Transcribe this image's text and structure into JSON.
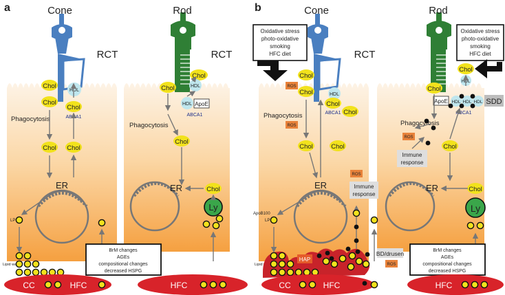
{
  "panels": [
    {
      "letter": "a",
      "cone_title": "Cone",
      "rod_title": "Rod",
      "rct_cone": "RCT",
      "rct_rod": "RCT",
      "cone": {
        "chol_1": "Chol",
        "chol_2": "Chol",
        "hdl": "HDL",
        "chol_3": "Chol",
        "abca1": "ABCA1",
        "phagocytosis": "Phagocytosis",
        "chol_4": "Chol",
        "chol_5": "Chol",
        "er": "ER",
        "lp": "LP",
        "lipid_wall": "Lipid wall"
      },
      "rod": {
        "chol_1": "Chol",
        "chol_2": "Chol",
        "hdl_1": "HDL",
        "hdl_2": "HDL",
        "apoe": "ApoE",
        "abca1": "ABCA1",
        "phagocytosis": "Phagocytosis",
        "chol_3": "Chol",
        "er": "ER",
        "chol_4": "Chol",
        "ly": "Ly"
      },
      "bruch_box": [
        "BrM changes",
        "AGEs",
        "compositional changes",
        "decreased HSPG"
      ],
      "cc": "CC",
      "hfc_1": "HFC",
      "hfc_2": "HFC"
    },
    {
      "letter": "b",
      "cone_title": "Cone",
      "rod_title": "Rod",
      "rct_cone": "RCT",
      "stress_box": [
        "Oxidative stress",
        "photo-oxidative",
        "smoking",
        "HFC diet"
      ],
      "cone": {
        "chol_1": "Chol",
        "chol_2": "Chol",
        "ros_1": "ROS",
        "hdl": "HDL",
        "chol_3": "Chol",
        "abca1": "ABCA1",
        "chol_4": "Chol",
        "ros_2": "ROS",
        "phagocytosis": "Phagocytosis",
        "chol_5": "Chol",
        "chol_6": "Chol",
        "ros_3": "ROS",
        "immune": [
          "Immune",
          "response"
        ],
        "er": "ER",
        "apob": "ApoB100",
        "lp": "LP",
        "lipid_wall": "Lipid wall",
        "hap": "HAP",
        "bd": "BD/drusen",
        "ros_4": "ROS"
      },
      "rod": {
        "chol_1": "Chol",
        "chol_2": "Chol",
        "hdl": "HDL",
        "apoe": "ApoE",
        "hdl_row": [
          "HDL",
          "HDL",
          "HDL"
        ],
        "sdd": "SDD",
        "abca1": "ABCA1",
        "phagocytosis": "Phagocytosis",
        "ros": "ROS",
        "immune": [
          "Immune",
          "response"
        ],
        "chol_3": "Chol",
        "er": "ER",
        "chol_4": "Chol",
        "ly": "Ly"
      },
      "bruch_box": [
        "BrM changes",
        "AGEs",
        "compositional changes",
        "decreased HSPG"
      ],
      "cc": "CC",
      "hfc_1": "HFC",
      "hfc_2": "HFC"
    }
  ],
  "colors": {
    "rpe_top": "#fdf0e0",
    "rpe_bottom": "#f6a94a",
    "cone_blue": "#4a7fc0",
    "rod_green": "#2f7f35",
    "chol_yellow": "#f2e21c",
    "hdl_cyan": "#bfe6ee",
    "ros_orange": "#e8823a",
    "choroid_red": "#d8232a",
    "ly_green": "#3aa64a"
  }
}
